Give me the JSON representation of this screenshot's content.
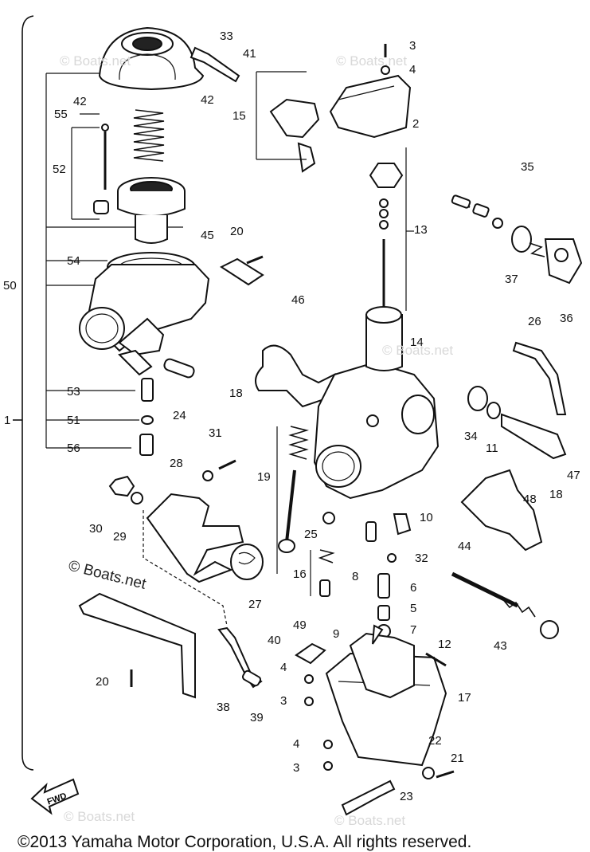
{
  "diagram": {
    "part_numbers": [
      "1",
      "2",
      "3",
      "4",
      "5",
      "6",
      "7",
      "8",
      "9",
      "10",
      "11",
      "12",
      "13",
      "14",
      "15",
      "16",
      "17",
      "18",
      "19",
      "20",
      "21",
      "22",
      "23",
      "24",
      "25",
      "26",
      "27",
      "28",
      "29",
      "30",
      "31",
      "32",
      "33",
      "34",
      "35",
      "36",
      "37",
      "38",
      "39",
      "40",
      "41",
      "42",
      "43",
      "44",
      "45",
      "46",
      "47",
      "48",
      "49",
      "50",
      "51",
      "52",
      "53",
      "54",
      "55",
      "56"
    ],
    "watermark": "© Boats.net",
    "watermark_faint": "© Boats.net",
    "fwd_label": "FWD"
  },
  "copyright": "©2013 Yamaha Motor Corporation, U.S.A. All rights reserved."
}
